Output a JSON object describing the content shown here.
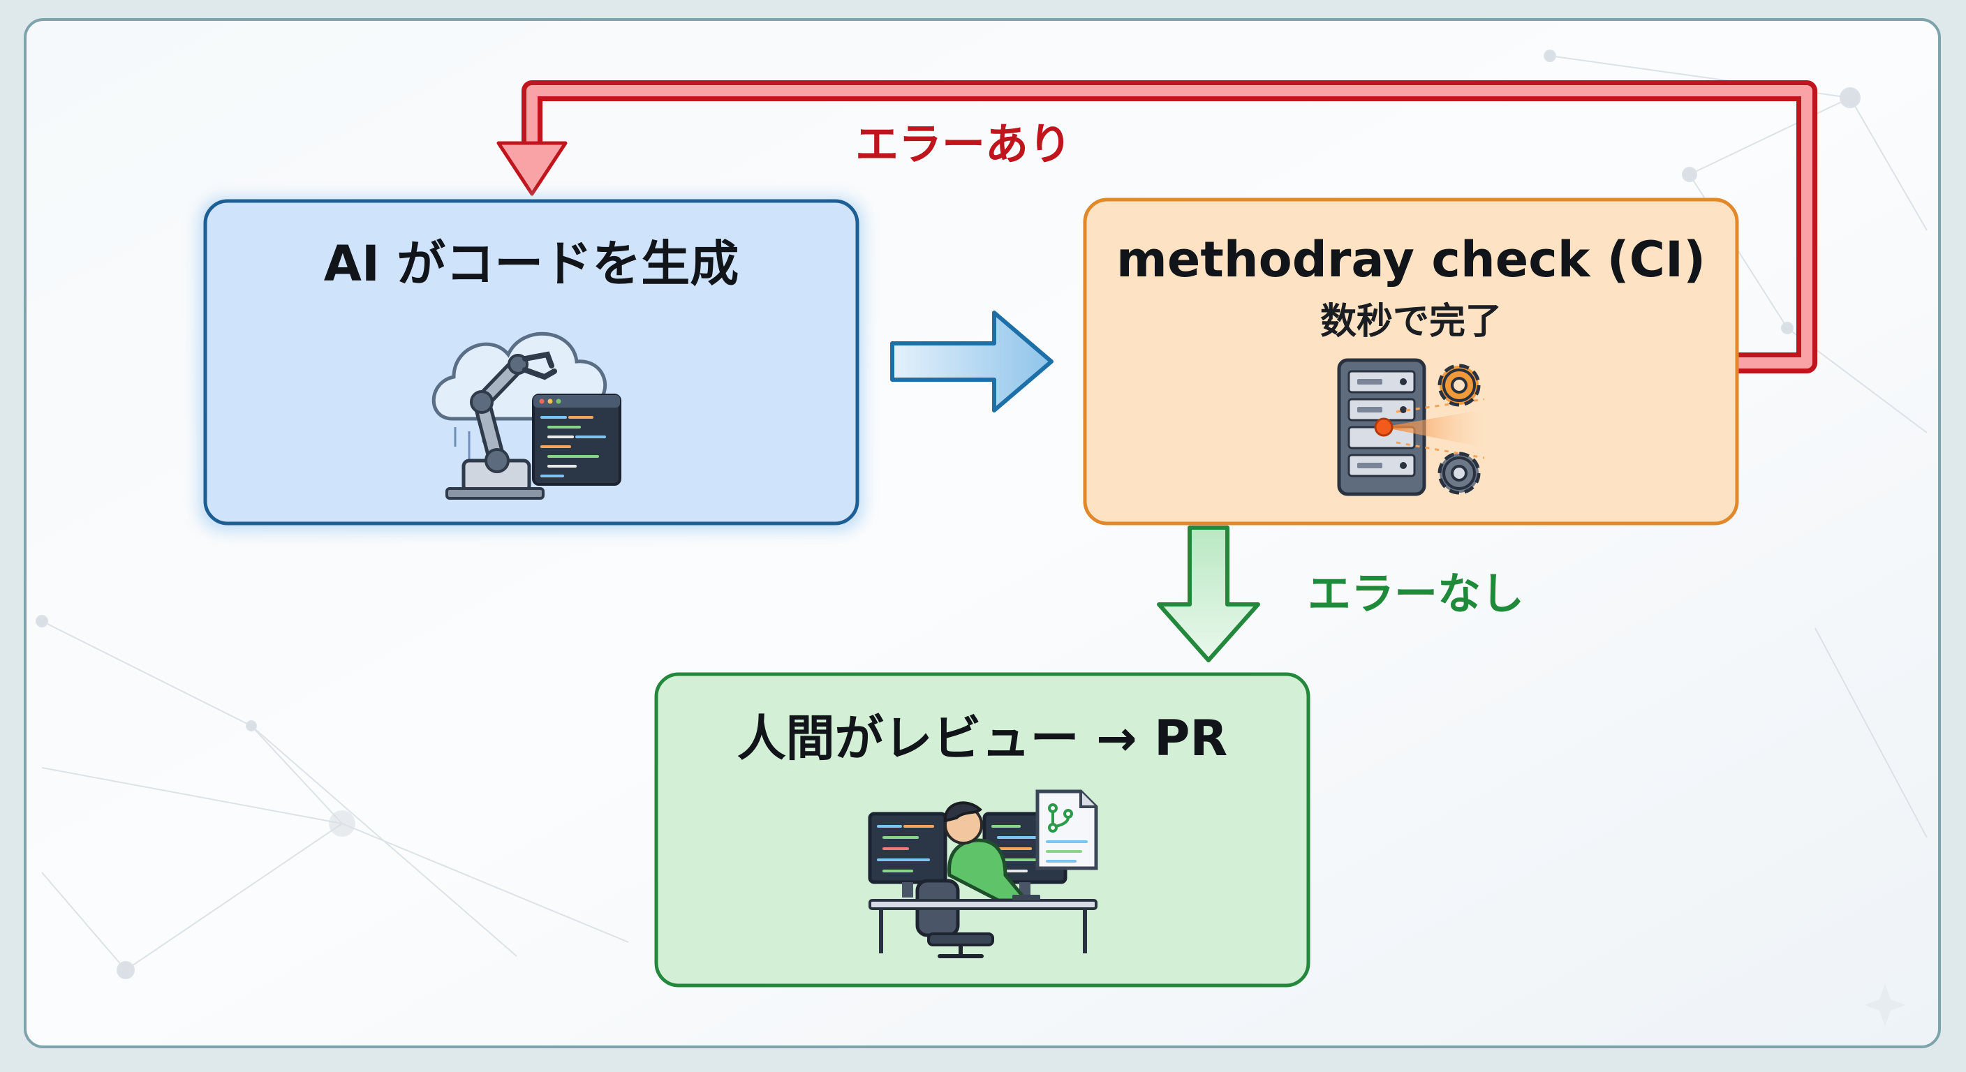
{
  "nodes": {
    "ai": {
      "title": "AI がコードを生成",
      "icon": "robot-arm-code-icon"
    },
    "check": {
      "title": "methodray check (CI)",
      "subtitle": "数秒で完了",
      "icon": "server-gears-icon"
    },
    "review": {
      "title": "人間がレビュー → PR",
      "icon": "developer-desk-icon"
    }
  },
  "edges": {
    "ai_to_check": {
      "label": ""
    },
    "error_loop": {
      "label": "エラーあり",
      "color": "#c0151c"
    },
    "no_error": {
      "label": "エラーなし",
      "color": "#1f8a3a"
    }
  },
  "colors": {
    "ai_fill": "#cfe3fa",
    "ai_border": "#1d5f95",
    "check_fill": "#fde3c4",
    "check_border": "#e0882a",
    "review_fill": "#d3f0d6",
    "review_border": "#23873c"
  }
}
